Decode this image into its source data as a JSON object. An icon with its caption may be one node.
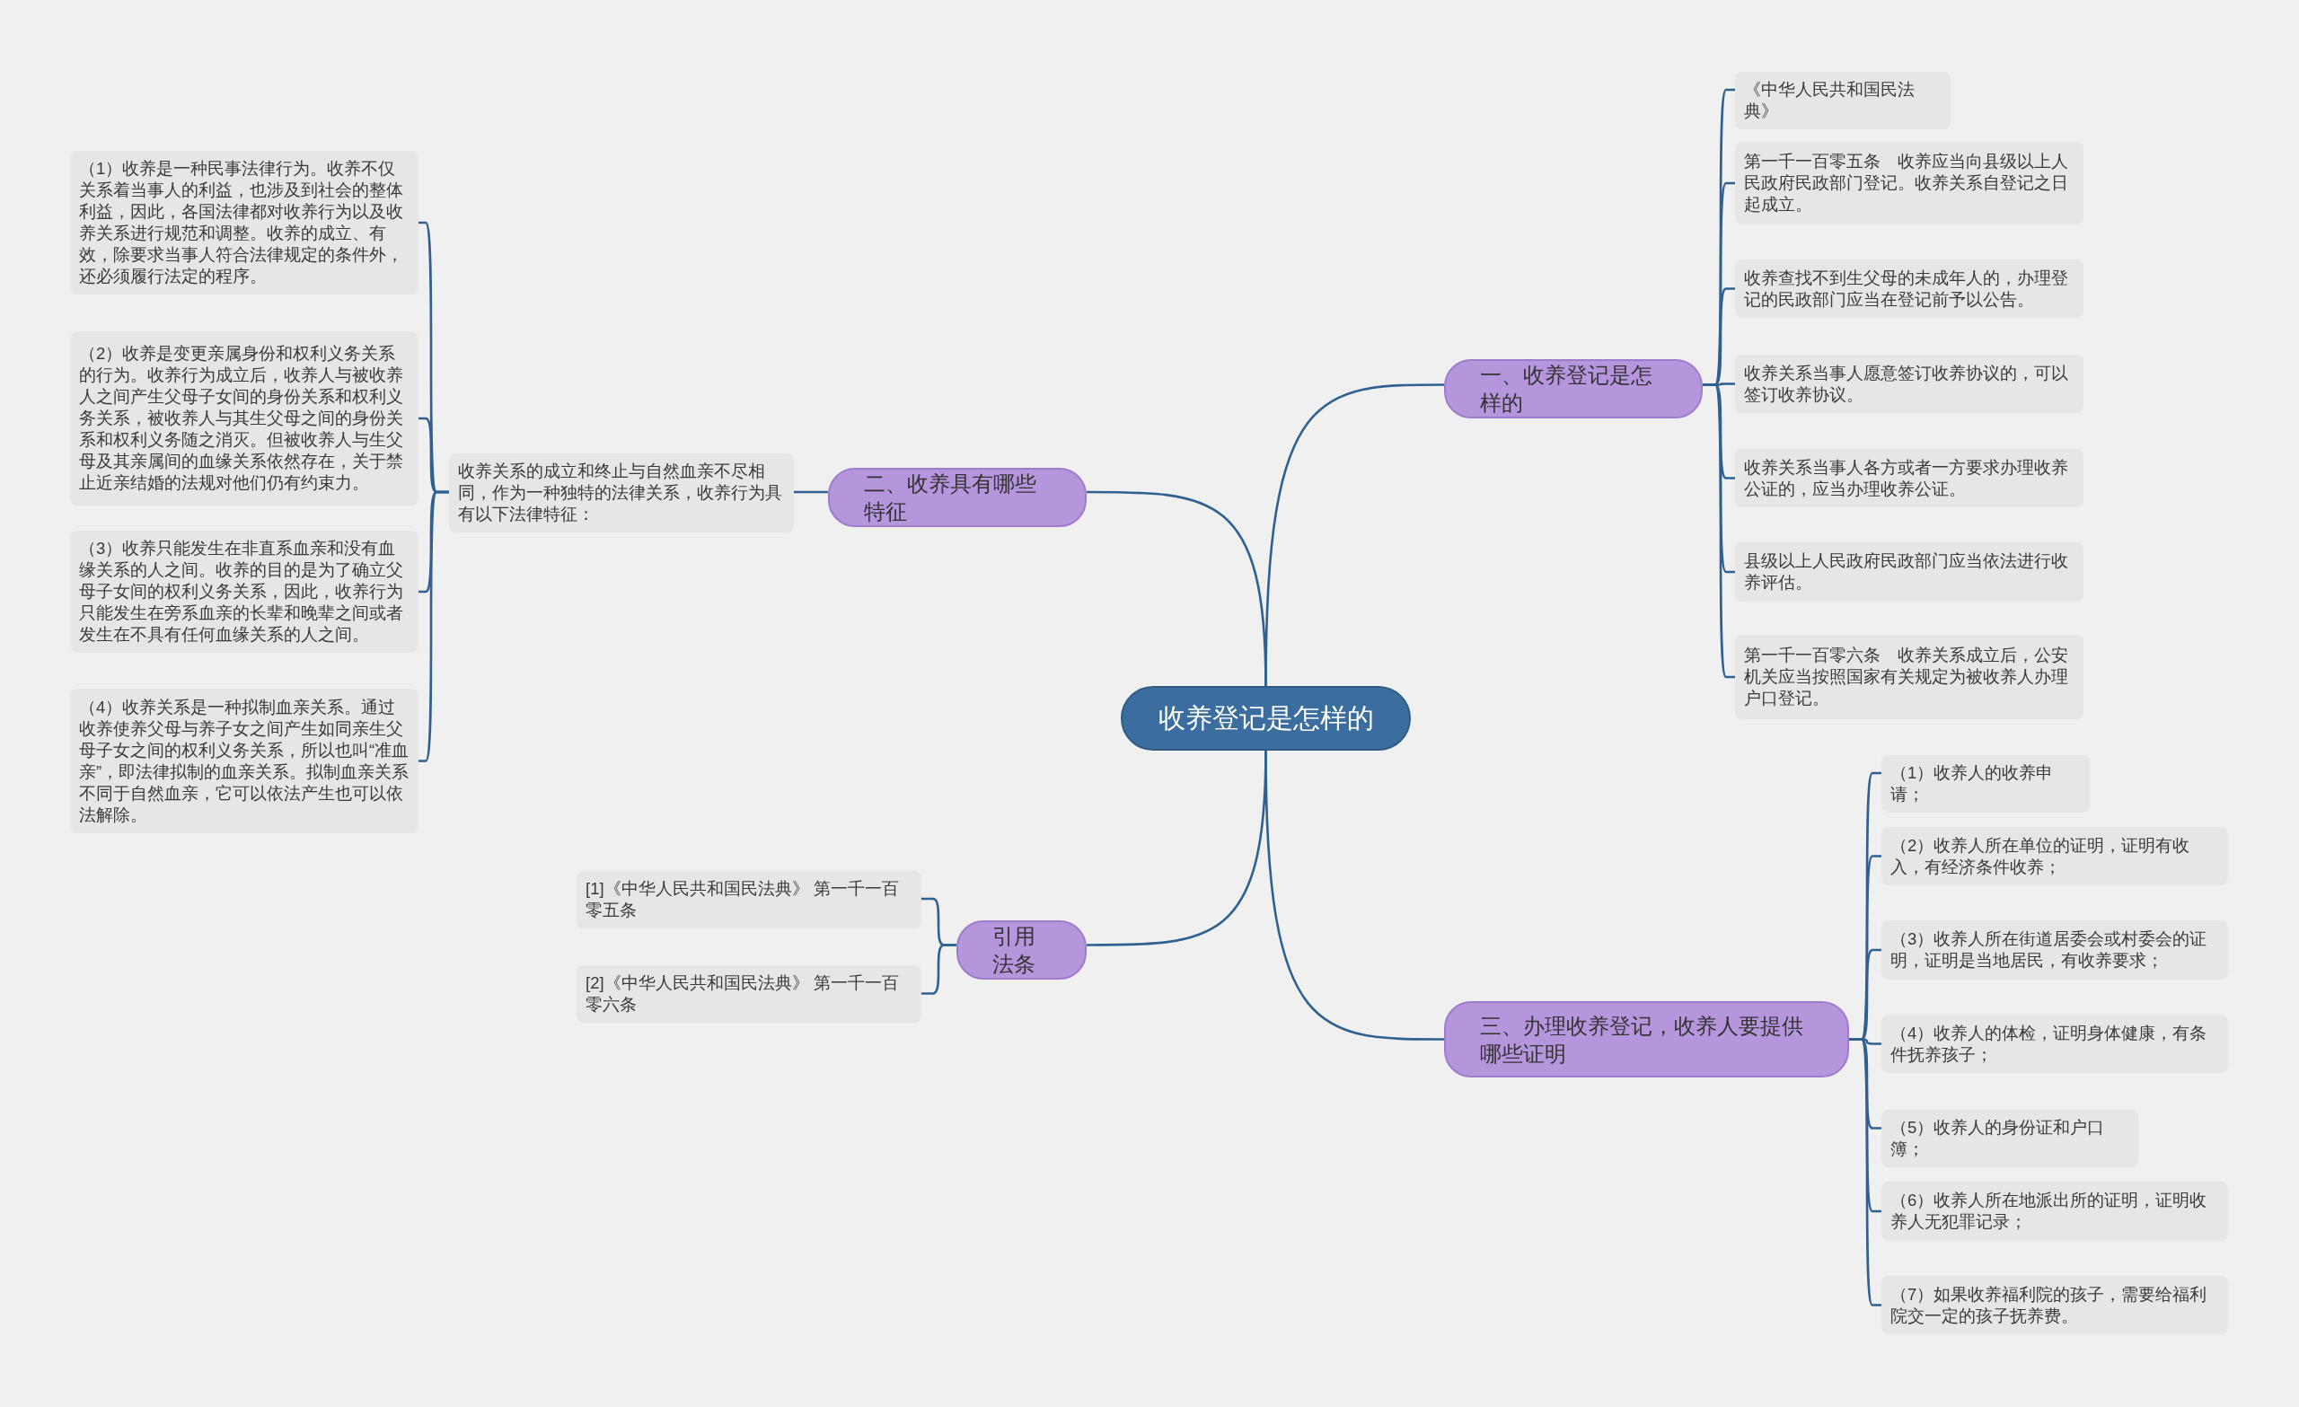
{
  "diagram": {
    "nodes": [
      {
        "text": [
          "收养登记是怎样的"
        ]
      },
      {
        "text": [
          "一、收养登记是怎样的"
        ]
      },
      {
        "text": [
          "《中华人民共和国民法典》"
        ]
      },
      {
        "text": [
          "第一千一百零五条　收养应当向县级以上人民政府民政部门登记。收养关系自登记之日起成立。"
        ]
      },
      {
        "text": [
          "收养查找不到生父母的未成年人的，办理登记的民政部门应当在登记前予以公告。"
        ]
      },
      {
        "text": [
          "收养关系当事人愿意签订收养协议的，可以签订收养协议。"
        ]
      },
      {
        "text": [
          "收养关系当事人各方或者一方要求办理收养公证的，应当办理收养公证。"
        ]
      },
      {
        "text": [
          "县级以上人民政府民政部门应当依法进行收养评估。"
        ]
      },
      {
        "text": [
          "第一千一百零六条　收养关系成立后，公安机关应当按照国家有关规定为被收养人办理户口登记。"
        ]
      },
      {
        "text": [
          "二、收养具有哪些特征"
        ]
      },
      {
        "text": [
          "收养关系的成立和终止与自然血亲不尽相同，作为一种独特的法律关系，收养行为具有以下法律特征："
        ]
      },
      {
        "text": [
          "（1）收养是一种民事法律行为。收养不仅关系着当事人的利益，也涉及到社会的整体利益，因此，各国法律都对收养行为以及收养关系进行规范和调整。收养的成立、有效，除要求当事人符合法律规定的条件外，还必须履行法定的程序。"
        ]
      },
      {
        "text": [
          "（2）收养是变更亲属身份和权利义务关系的行为。收养行为成立后，收养人与被收养人之间产生父母子女间的身份关系和权利义务关系，被收养人与其生父母之间的身份关系和权利义务随之消灭。但被收养人与生父母及其亲属间的血缘关系依然存在，关于禁止近亲结婚的法规对他们仍有约束力。"
        ]
      },
      {
        "text": [
          "（3）收养只能发生在非直系血亲和没有血缘关系的人之间。收养的目的是为了确立父母子女间的权利义务关系，因此，收养行为只能发生在旁系血亲的长辈和晚辈之间或者发生在不具有任何血缘关系的人之间。"
        ]
      },
      {
        "text": [
          "（4）收养关系是一种拟制血亲关系。通过收养使养父母与养子女之间产生如同亲生父母子女之间的权利义务关系，所以也叫“准血亲”，即法律拟制的血亲关系。拟制血亲关系不同于自然血亲，它可以依法产生也可以依法解除。"
        ]
      },
      {
        "text": [
          "引用法条"
        ]
      },
      {
        "text": [
          "[1]《中华人民共和国民法典》 第一千一百零五条"
        ]
      },
      {
        "text": [
          "[2]《中华人民共和国民法典》 第一千一百零六条"
        ]
      },
      {
        "text": [
          "三、办理收养登记，收养人要提供哪些证明"
        ]
      },
      {
        "text": [
          "（1）收养人的收养申请；"
        ]
      },
      {
        "text": [
          "（2）收养人所在单位的证明，证明有收入，有经济条件收养；"
        ]
      },
      {
        "text": [
          "（3）收养人所在街道居委会或村委会的证明，证明是当地居民，有收养要求；"
        ]
      },
      {
        "text": [
          "（4）收养人的体检，证明身体健康，有条件抚养孩子；"
        ]
      },
      {
        "text": [
          "（5）收养人的身份证和户口簿；"
        ]
      },
      {
        "text": [
          "（6）收养人所在地派出所的证明，证明收养人无犯罪记录；"
        ]
      },
      {
        "text": [
          "（7）如果收养福利院的孩子，需要给福利院交一定的孩子抚养费。"
        ]
      }
    ],
    "edges": [
      {
        "from": 0,
        "to": 1,
        "arrow": "none"
      },
      {
        "from": 1,
        "to": 2,
        "arrow": "none"
      },
      {
        "from": 1,
        "to": 3,
        "arrow": "none"
      },
      {
        "from": 1,
        "to": 4,
        "arrow": "none"
      },
      {
        "from": 1,
        "to": 5,
        "arrow": "none"
      },
      {
        "from": 1,
        "to": 6,
        "arrow": "none"
      },
      {
        "from": 1,
        "to": 7,
        "arrow": "none"
      },
      {
        "from": 1,
        "to": 8,
        "arrow": "none"
      },
      {
        "from": 0,
        "to": 9,
        "arrow": "none"
      },
      {
        "from": 9,
        "to": 10,
        "arrow": "none"
      },
      {
        "from": 10,
        "to": 11,
        "arrow": "none"
      },
      {
        "from": 10,
        "to": 12,
        "arrow": "none"
      },
      {
        "from": 10,
        "to": 13,
        "arrow": "none"
      },
      {
        "from": 10,
        "to": 14,
        "arrow": "none"
      },
      {
        "from": 0,
        "to": 15,
        "arrow": "none"
      },
      {
        "from": 15,
        "to": 16,
        "arrow": "none"
      },
      {
        "from": 15,
        "to": 17,
        "arrow": "none"
      },
      {
        "from": 0,
        "to": 18,
        "arrow": "none"
      },
      {
        "from": 18,
        "to": 19,
        "arrow": "none"
      },
      {
        "from": 18,
        "to": 20,
        "arrow": "none"
      },
      {
        "from": 18,
        "to": 21,
        "arrow": "none"
      },
      {
        "from": 18,
        "to": 22,
        "arrow": "none"
      },
      {
        "from": 18,
        "to": 23,
        "arrow": "none"
      },
      {
        "from": 18,
        "to": 24,
        "arrow": "none"
      },
      {
        "from": 18,
        "to": 25,
        "arrow": "none"
      }
    ]
  }
}
